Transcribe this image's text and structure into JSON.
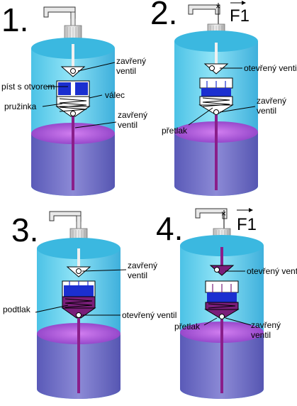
{
  "panels": [
    {
      "number": "1.",
      "labels": {
        "top_valve": "zavřený\nventil",
        "piston": "píst s otvorem",
        "cylinder": "válec",
        "spring": "pružinka",
        "bottom_valve": "zavřený\nventil"
      }
    },
    {
      "number": "2.",
      "force": "F1",
      "labels": {
        "top_valve": "otevřený ventil",
        "bottom_valve": "zavřený\nventil",
        "pressure": "přetlak"
      }
    },
    {
      "number": "3.",
      "labels": {
        "top_valve": "zavřený\nventil",
        "pressure": "podtlak",
        "bottom_valve": "otevřený ventil"
      }
    },
    {
      "number": "4.",
      "force": "F1",
      "labels": {
        "top_valve": "otevřený ventil",
        "pressure": "přetlak",
        "bottom_valve": "zavřený\nventil"
      }
    }
  ],
  "colors": {
    "bottle": "#6fd3ee",
    "bottle_dark": "#3fb6de",
    "liquid": "#7a78c8",
    "liquid_top": "#b05ad8",
    "piston": "#1b2fd0",
    "fluid_in_pump": "#7a1e7a",
    "cap": "#e4e4e4"
  }
}
